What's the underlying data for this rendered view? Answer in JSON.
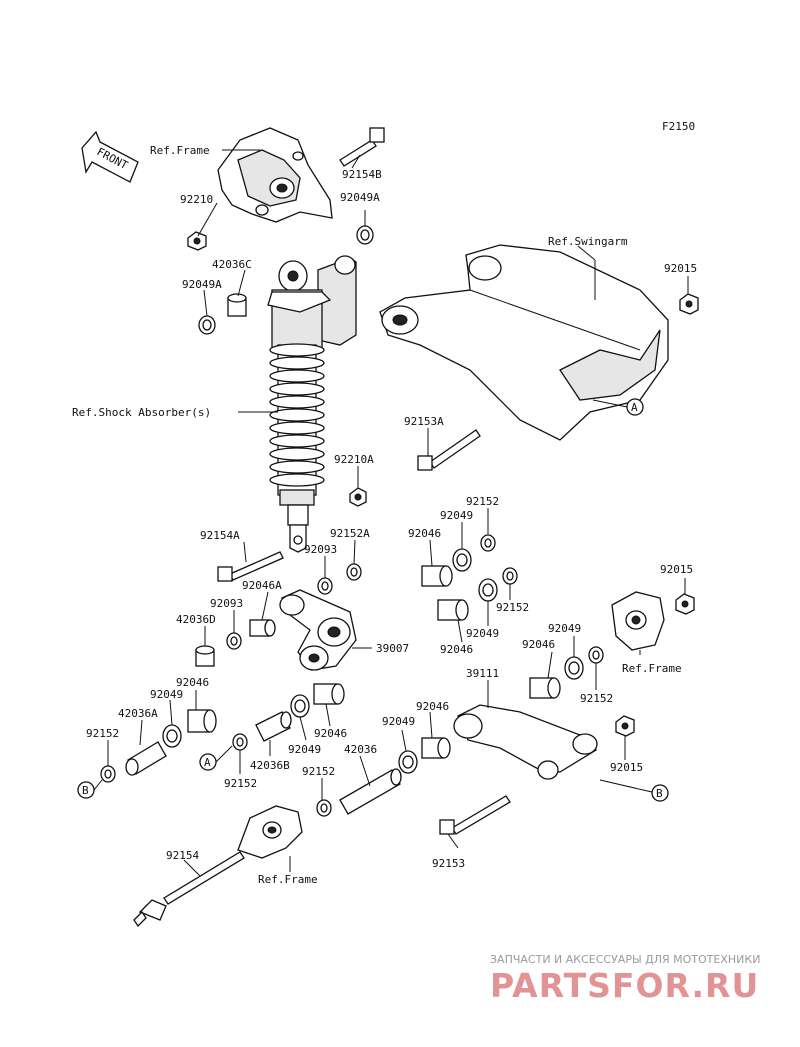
{
  "figure_code": "F2150",
  "front_arrow": "FRONT",
  "labels": {
    "ref_frame_top": "Ref.Frame",
    "p92154B": "92154B",
    "p92210": "92210",
    "p92049A_top": "92049A",
    "p42036C": "42036C",
    "p92049A_left": "92049A",
    "ref_swingarm": "Ref.Swingarm",
    "p92015_top": "92015",
    "ref_shock": "Ref.Shock Absorber(s)",
    "p92153A": "92153A",
    "ref_A_right": "A",
    "p92210A": "92210A",
    "p92152_top": "92152",
    "p92049_top": "92049",
    "p92046_top": "92046",
    "p92154A": "92154A",
    "p92093_a": "92093",
    "p92152A": "92152A",
    "p92046A": "92046A",
    "p92093_b": "92093",
    "p42036D": "42036D",
    "p92152_mid": "92152",
    "p92049_mid": "92049",
    "p92046_mid": "92046",
    "p39007": "39007",
    "p92015_right": "92015",
    "ref_frame_right": "Ref.Frame",
    "p92049_r": "92049",
    "p92046_r": "92046",
    "p92152_r": "92152",
    "p39111": "39111",
    "p92046_l": "92046",
    "p92049_l": "92049",
    "p42036A": "42036A",
    "p92152_l": "92152",
    "ref_B_left": "B",
    "ref_A_left": "A",
    "p92152_c": "92152",
    "p42036B": "42036B",
    "p92049_c": "92049",
    "p92046_c": "92046",
    "p92049_c2": "92049",
    "p92046_c2": "92046",
    "p42036": "42036",
    "p92152_c2": "92152",
    "p92015_bottom": "92015",
    "ref_B_right": "B",
    "p92154": "92154",
    "ref_frame_bottom": "Ref.Frame",
    "p92153": "92153"
  },
  "watermark": {
    "line1": "ЗАПЧАСТИ И АКСЕССУАРЫ ДЛЯ МОТОТЕХНИКИ",
    "line2": "PARTSFOR.RU"
  }
}
